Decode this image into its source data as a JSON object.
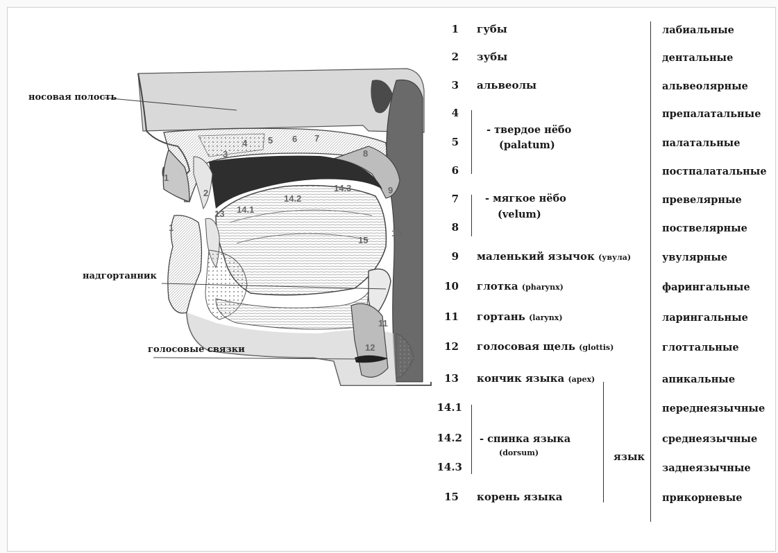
{
  "figure": {
    "illustration_labels": {
      "nasal": "носовая полость",
      "epiglottis": "надгортанник",
      "vocal_cords": "голосовые связки"
    },
    "illustration_numbers": [
      "1",
      "2",
      "3",
      "4",
      "5",
      "6",
      "7",
      "8",
      "9",
      "10",
      "11",
      "12",
      "13",
      "14.1",
      "14.2",
      "14.3",
      "15"
    ]
  },
  "table": {
    "rows": [
      {
        "num": "1",
        "term": "губы",
        "term_extra": "",
        "adj": "лабиальные"
      },
      {
        "num": "2",
        "term": "зубы",
        "term_extra": "",
        "adj": "дентальные"
      },
      {
        "num": "3",
        "term": "альвеолы",
        "term_extra": "",
        "adj": "альвеолярные"
      },
      {
        "num": "4",
        "term": "",
        "term_extra": "",
        "adj": "препалатальные"
      },
      {
        "num": "5",
        "term": "",
        "term_extra": "",
        "adj": "палатальные"
      },
      {
        "num": "6",
        "term": "",
        "term_extra": "",
        "adj": "постпалатальные"
      },
      {
        "num": "7",
        "term": "",
        "term_extra": "",
        "adj": "превелярные"
      },
      {
        "num": "8",
        "term": "",
        "term_extra": "",
        "adj": "поствелярные"
      },
      {
        "num": "9",
        "term": "маленький язычок",
        "term_extra": "(увула)",
        "adj": "увулярные"
      },
      {
        "num": "10",
        "term": "глотка",
        "term_extra": "(pharynx)",
        "adj": "фарингальные"
      },
      {
        "num": "11",
        "term": "гортань",
        "term_extra": "(larynx)",
        "adj": "ларингальные"
      },
      {
        "num": "12",
        "term": "голосовая щель",
        "term_extra": "(glottis)",
        "adj": "глоттальные"
      },
      {
        "num": "13",
        "term": "кончик языка",
        "term_extra": "(apex)",
        "adj": "апикальные"
      },
      {
        "num": "14.1",
        "term": "",
        "term_extra": "",
        "adj": "переднеязычные"
      },
      {
        "num": "14.2",
        "term": "",
        "term_extra": "",
        "adj": "среднеязычные"
      },
      {
        "num": "14.3",
        "term": "",
        "term_extra": "",
        "adj": "заднеязычные"
      },
      {
        "num": "15",
        "term": "корень языка",
        "term_extra": "",
        "adj": "прикорневые"
      }
    ],
    "groups": {
      "hard_palate": {
        "line1": "- твердое нёбо",
        "line2": "(palatum)"
      },
      "soft_palate": {
        "line1": "- мягкое нёбо",
        "line2": "(velum)"
      },
      "dorsum": {
        "line1": "- спинка языка",
        "line2": "(dorsum)"
      },
      "tongue": "язык"
    }
  }
}
